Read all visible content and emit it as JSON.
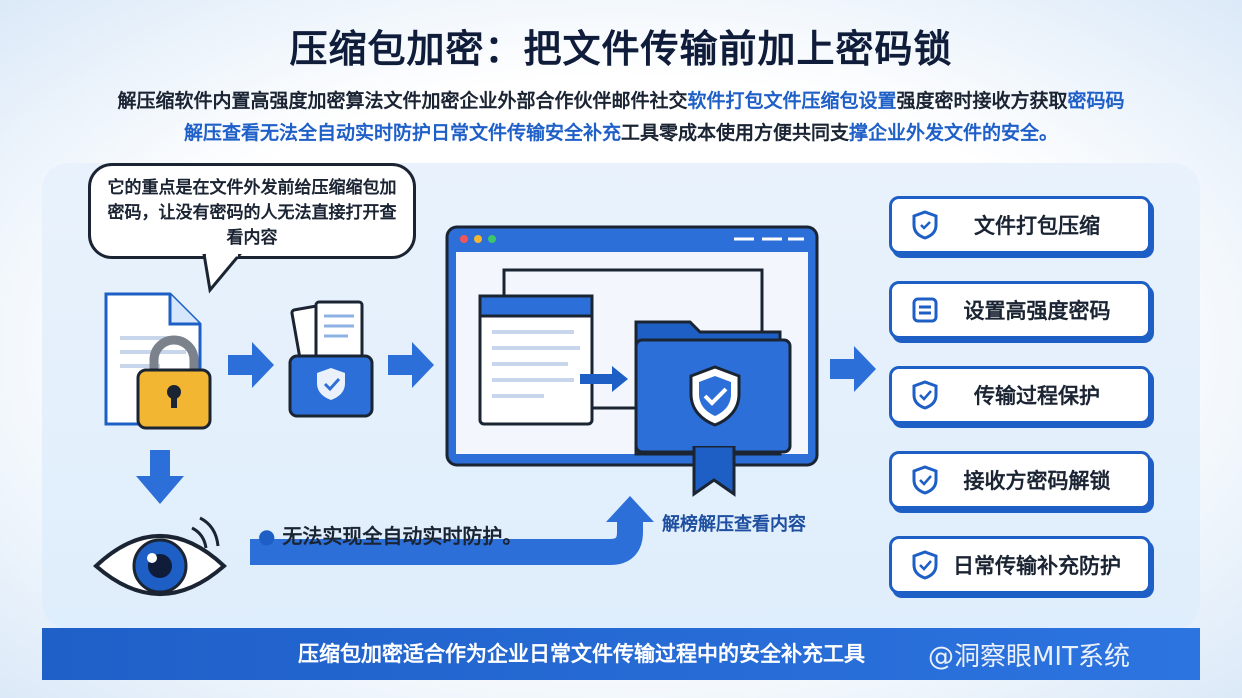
{
  "title": "压缩包加密：把文件传输前加上密码锁",
  "intro": {
    "line1_a": "解压缩软件内置高强度加密算法文件加密企业外部合作伙伴邮件社交",
    "line1_b": "软件打包文件压缩包设置",
    "line1_c": "强度密时接收方获取",
    "line1_d": "密码码",
    "line2_a": "解压查看无法全自动实时防护日常文件传输安全补充",
    "line2_b": "工具零成本使用方便共同支",
    "line2_c": "撑企业外发文件的安全。"
  },
  "bubble_text": "它的重点是在文件外发前给压缩缩包加密码，让没有密码的人无法直接打开查看内容",
  "note": "无法实现全自动实时防护。",
  "decrypt_label": "解榜解压查看内容",
  "steps": [
    {
      "label": "文件打包压缩",
      "icon": "shield-icon"
    },
    {
      "label": "设置高强度密码",
      "icon": "list-icon"
    },
    {
      "label": "传输过程保护",
      "icon": "shield-check-icon"
    },
    {
      "label": "接收方密码解锁",
      "icon": "shield-check-icon"
    },
    {
      "label": "日常传输补充防护",
      "icon": "shield-check-icon"
    }
  ],
  "banner": "压缩包加密适合作为企业日常文件传输过程中的安全补充工具",
  "watermark": "@洞察眼MIT系统",
  "colors": {
    "primary": "#1f5fc8",
    "dark": "#1b2433",
    "lock": "#f2b632",
    "panel": "#e4f0fc"
  }
}
